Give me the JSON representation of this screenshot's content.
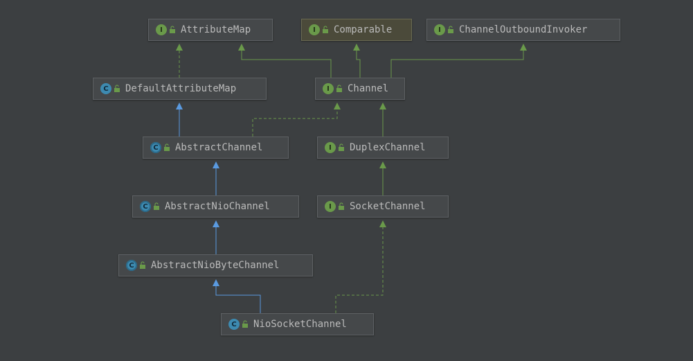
{
  "diagram": {
    "nodes": {
      "attribute_map": {
        "name": "AttributeMap",
        "kind": "interface",
        "badge": "I"
      },
      "comparable": {
        "name": "Comparable",
        "kind": "interface",
        "badge": "I"
      },
      "channel_outbound_invoker": {
        "name": "ChannelOutboundInvoker",
        "kind": "interface",
        "badge": "I"
      },
      "default_attribute_map": {
        "name": "DefaultAttributeMap",
        "kind": "class",
        "badge": "C"
      },
      "channel": {
        "name": "Channel",
        "kind": "interface",
        "badge": "I"
      },
      "abstract_channel": {
        "name": "AbstractChannel",
        "kind": "abstract-class",
        "badge": "C"
      },
      "duplex_channel": {
        "name": "DuplexChannel",
        "kind": "interface",
        "badge": "I"
      },
      "abstract_nio_channel": {
        "name": "AbstractNioChannel",
        "kind": "abstract-class",
        "badge": "C"
      },
      "socket_channel": {
        "name": "SocketChannel",
        "kind": "interface",
        "badge": "I"
      },
      "abstract_nio_byte_channel": {
        "name": "AbstractNioByteChannel",
        "kind": "abstract-class",
        "badge": "C"
      },
      "nio_socket_channel": {
        "name": "NioSocketChannel",
        "kind": "class",
        "badge": "C"
      }
    },
    "edges": [
      {
        "from": "DefaultAttributeMap",
        "to": "AttributeMap",
        "type": "implements"
      },
      {
        "from": "Channel",
        "to": "AttributeMap",
        "type": "extends-interface"
      },
      {
        "from": "Channel",
        "to": "Comparable",
        "type": "extends-interface"
      },
      {
        "from": "Channel",
        "to": "ChannelOutboundInvoker",
        "type": "extends-interface"
      },
      {
        "from": "AbstractChannel",
        "to": "DefaultAttributeMap",
        "type": "extends"
      },
      {
        "from": "AbstractChannel",
        "to": "Channel",
        "type": "implements"
      },
      {
        "from": "DuplexChannel",
        "to": "Channel",
        "type": "extends-interface"
      },
      {
        "from": "AbstractNioChannel",
        "to": "AbstractChannel",
        "type": "extends"
      },
      {
        "from": "SocketChannel",
        "to": "DuplexChannel",
        "type": "extends-interface"
      },
      {
        "from": "AbstractNioByteChannel",
        "to": "AbstractNioChannel",
        "type": "extends"
      },
      {
        "from": "NioSocketChannel",
        "to": "AbstractNioByteChannel",
        "type": "extends"
      },
      {
        "from": "NioSocketChannel",
        "to": "SocketChannel",
        "type": "implements"
      }
    ],
    "colors": {
      "background": "#3c3f41",
      "interface_edge": "#6a9a4a",
      "class_edge": "#5a9ae0",
      "implements_edge": "#6a9a4a"
    }
  }
}
